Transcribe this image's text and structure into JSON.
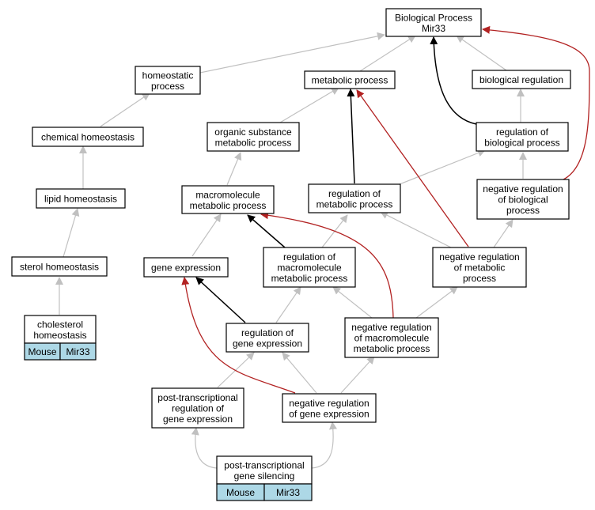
{
  "colors": {
    "edge_default": "#c0c0c0",
    "edge_positive": "#000000",
    "edge_negative": "#b22222",
    "tag_fill": "#add8e6"
  },
  "nodes": {
    "bio_process": {
      "lines": [
        "Biological Process",
        "Mir33"
      ]
    },
    "homeostatic": {
      "lines": [
        "homeostatic",
        "process"
      ]
    },
    "metabolic": {
      "lines": [
        "metabolic process"
      ]
    },
    "bio_reg": {
      "lines": [
        "biological regulation"
      ]
    },
    "chem_homeo": {
      "lines": [
        "chemical homeostasis"
      ]
    },
    "org_subst": {
      "lines": [
        "organic substance",
        "metabolic process"
      ]
    },
    "reg_bio": {
      "lines": [
        "regulation of",
        "biological process"
      ]
    },
    "lipid_homeo": {
      "lines": [
        "lipid homeostasis"
      ]
    },
    "macromol": {
      "lines": [
        "macromolecule",
        "metabolic process"
      ]
    },
    "reg_metab": {
      "lines": [
        "regulation of",
        "metabolic process"
      ]
    },
    "neg_reg_bio": {
      "lines": [
        "negative regulation",
        "of biological",
        "process"
      ]
    },
    "sterol_homeo": {
      "lines": [
        "sterol homeostasis"
      ]
    },
    "gene_expr": {
      "lines": [
        "gene expression"
      ]
    },
    "reg_macromol": {
      "lines": [
        "regulation of",
        "macromolecule",
        "metabolic process"
      ]
    },
    "neg_reg_metab": {
      "lines": [
        "negative regulation",
        "of metabolic",
        "process"
      ]
    },
    "chol_homeo": {
      "lines": [
        "cholesterol",
        "homeostasis"
      ],
      "tags": [
        "Mouse",
        "Mir33"
      ]
    },
    "reg_gene_expr": {
      "lines": [
        "regulation of",
        "gene expression"
      ]
    },
    "neg_reg_macromol": {
      "lines": [
        "negative regulation",
        "of macromolecule",
        "metabolic process"
      ]
    },
    "post_trans_reg": {
      "lines": [
        "post-transcriptional",
        "regulation of",
        "gene expression"
      ]
    },
    "neg_reg_gene_expr": {
      "lines": [
        "negative regulation",
        "of gene expression"
      ]
    },
    "post_trans_silencing": {
      "lines": [
        "post-transcriptional",
        "gene silencing"
      ],
      "tags": [
        "Mouse",
        "Mir33"
      ]
    }
  }
}
